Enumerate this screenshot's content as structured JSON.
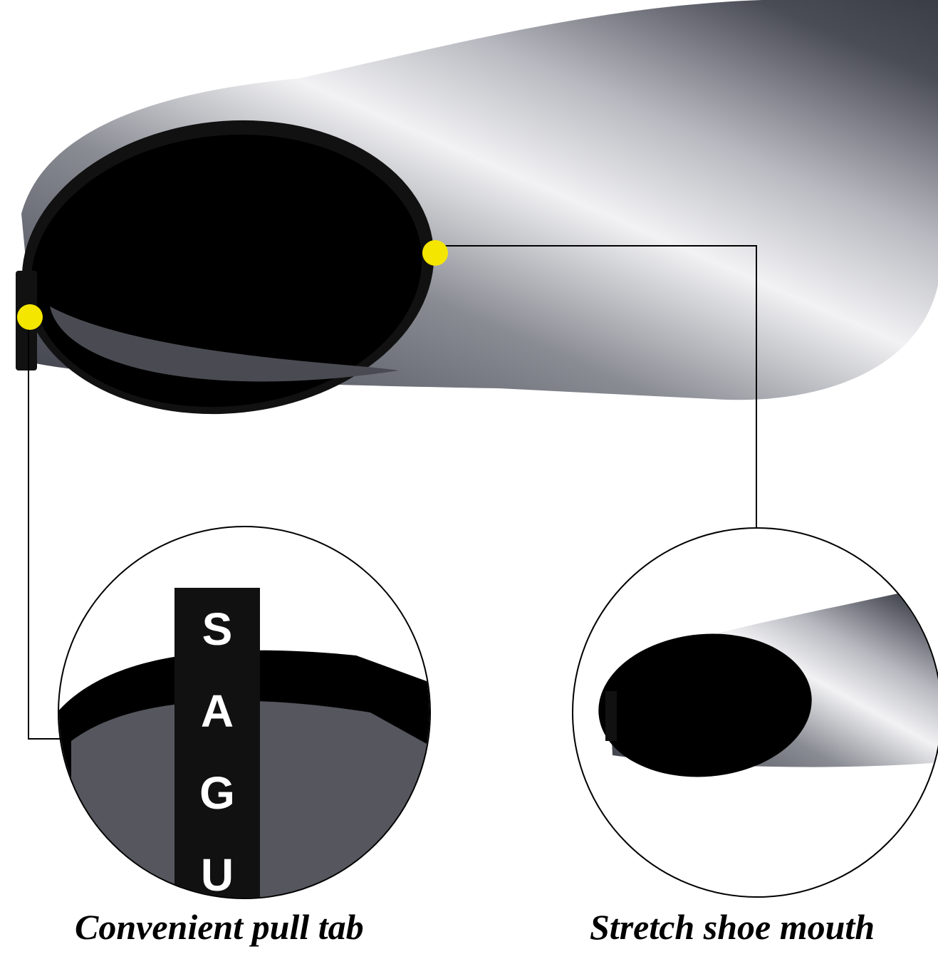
{
  "features": [
    {
      "caption": "Convenient pull tab",
      "tab_letters": [
        "S",
        "A",
        "G",
        "U"
      ]
    },
    {
      "caption": "Stretch shoe mouth"
    }
  ],
  "colors": {
    "marker": "#f5e600",
    "shoe_dark": "#3c3e48",
    "shoe_light": "#e8e8ea",
    "line": "#000000"
  }
}
